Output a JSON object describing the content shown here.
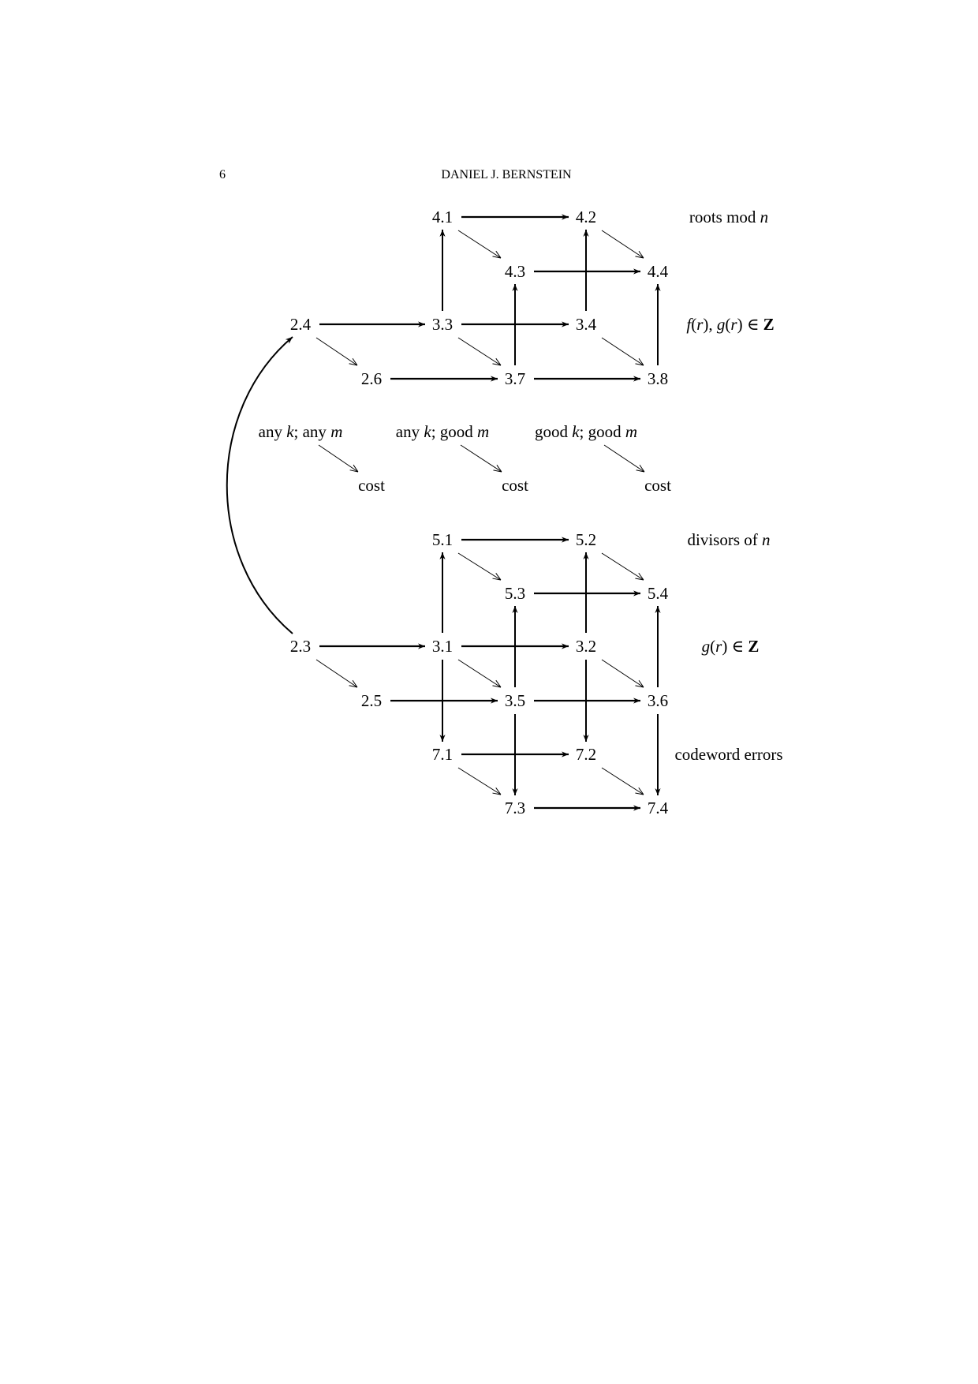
{
  "header": {
    "page_number": "6",
    "author": "DANIEL J. BERNSTEIN"
  },
  "nodes": [
    "4.1",
    "4.2",
    "4.3",
    "4.4",
    "2.4",
    "3.3",
    "3.4",
    "2.6",
    "3.7",
    "3.8",
    "5.1",
    "5.2",
    "5.3",
    "5.4",
    "2.3",
    "3.1",
    "3.2",
    "2.5",
    "3.5",
    "3.6",
    "7.1",
    "7.2",
    "7.3",
    "7.4"
  ],
  "edges": {
    "horizontal": [
      [
        "4.1",
        "4.2"
      ],
      [
        "4.3",
        "4.4"
      ],
      [
        "2.4",
        "3.3"
      ],
      [
        "3.3",
        "3.4"
      ],
      [
        "2.6",
        "3.7"
      ],
      [
        "3.7",
        "3.8"
      ],
      [
        "5.1",
        "5.2"
      ],
      [
        "5.3",
        "5.4"
      ],
      [
        "2.3",
        "3.1"
      ],
      [
        "3.1",
        "3.2"
      ],
      [
        "2.5",
        "3.5"
      ],
      [
        "3.5",
        "3.6"
      ],
      [
        "7.1",
        "7.2"
      ],
      [
        "7.3",
        "7.4"
      ]
    ],
    "vertical": [
      [
        "3.3",
        "4.1"
      ],
      [
        "3.4",
        "4.2"
      ],
      [
        "3.7",
        "4.3"
      ],
      [
        "3.8",
        "4.4"
      ],
      [
        "3.1",
        "5.1"
      ],
      [
        "3.2",
        "5.2"
      ],
      [
        "3.5",
        "5.3"
      ],
      [
        "3.6",
        "5.4"
      ],
      [
        "3.1",
        "7.1"
      ],
      [
        "3.2",
        "7.2"
      ],
      [
        "3.5",
        "7.3"
      ],
      [
        "3.6",
        "7.4"
      ]
    ],
    "diagonal": [
      [
        "4.1",
        "4.3"
      ],
      [
        "4.2",
        "4.4"
      ],
      [
        "2.4",
        "2.6"
      ],
      [
        "3.3",
        "3.7"
      ],
      [
        "3.4",
        "3.8"
      ],
      [
        "5.1",
        "5.3"
      ],
      [
        "5.2",
        "5.4"
      ],
      [
        "2.3",
        "2.5"
      ],
      [
        "3.1",
        "3.5"
      ],
      [
        "3.2",
        "3.6"
      ],
      [
        "7.1",
        "7.3"
      ],
      [
        "7.2",
        "7.4"
      ]
    ],
    "curved": [
      [
        "2.3",
        "2.4"
      ]
    ]
  },
  "row_labels": {
    "roots_mod_n": [
      {
        "t": "roots mod "
      },
      {
        "t": "n",
        "s": "it"
      }
    ],
    "fg_in_Z": [
      {
        "t": "f",
        "s": "it"
      },
      {
        "t": "("
      },
      {
        "t": "r",
        "s": "it"
      },
      {
        "t": "), "
      },
      {
        "t": "g",
        "s": "it"
      },
      {
        "t": "("
      },
      {
        "t": "r",
        "s": "it"
      },
      {
        "t": ") ∈ "
      },
      {
        "t": "Z",
        "s": "bf"
      }
    ],
    "divisors_of_n": [
      {
        "t": "divisors of "
      },
      {
        "t": "n",
        "s": "it"
      }
    ],
    "g_in_Z": [
      {
        "t": "g",
        "s": "it"
      },
      {
        "t": "("
      },
      {
        "t": "r",
        "s": "it"
      },
      {
        "t": ") ∈ "
      },
      {
        "t": "Z",
        "s": "bf"
      }
    ],
    "codeword_errors": [
      {
        "t": "codeword errors"
      }
    ]
  },
  "legend": [
    {
      "condition": [
        {
          "t": "any "
        },
        {
          "t": "k",
          "s": "it"
        },
        {
          "t": "; any "
        },
        {
          "t": "m",
          "s": "it"
        }
      ],
      "target": "cost"
    },
    {
      "condition": [
        {
          "t": "any "
        },
        {
          "t": "k",
          "s": "it"
        },
        {
          "t": "; good "
        },
        {
          "t": "m",
          "s": "it"
        }
      ],
      "target": "cost"
    },
    {
      "condition": [
        {
          "t": "good "
        },
        {
          "t": "k",
          "s": "it"
        },
        {
          "t": "; good "
        },
        {
          "t": "m",
          "s": "it"
        }
      ],
      "target": "cost"
    }
  ]
}
